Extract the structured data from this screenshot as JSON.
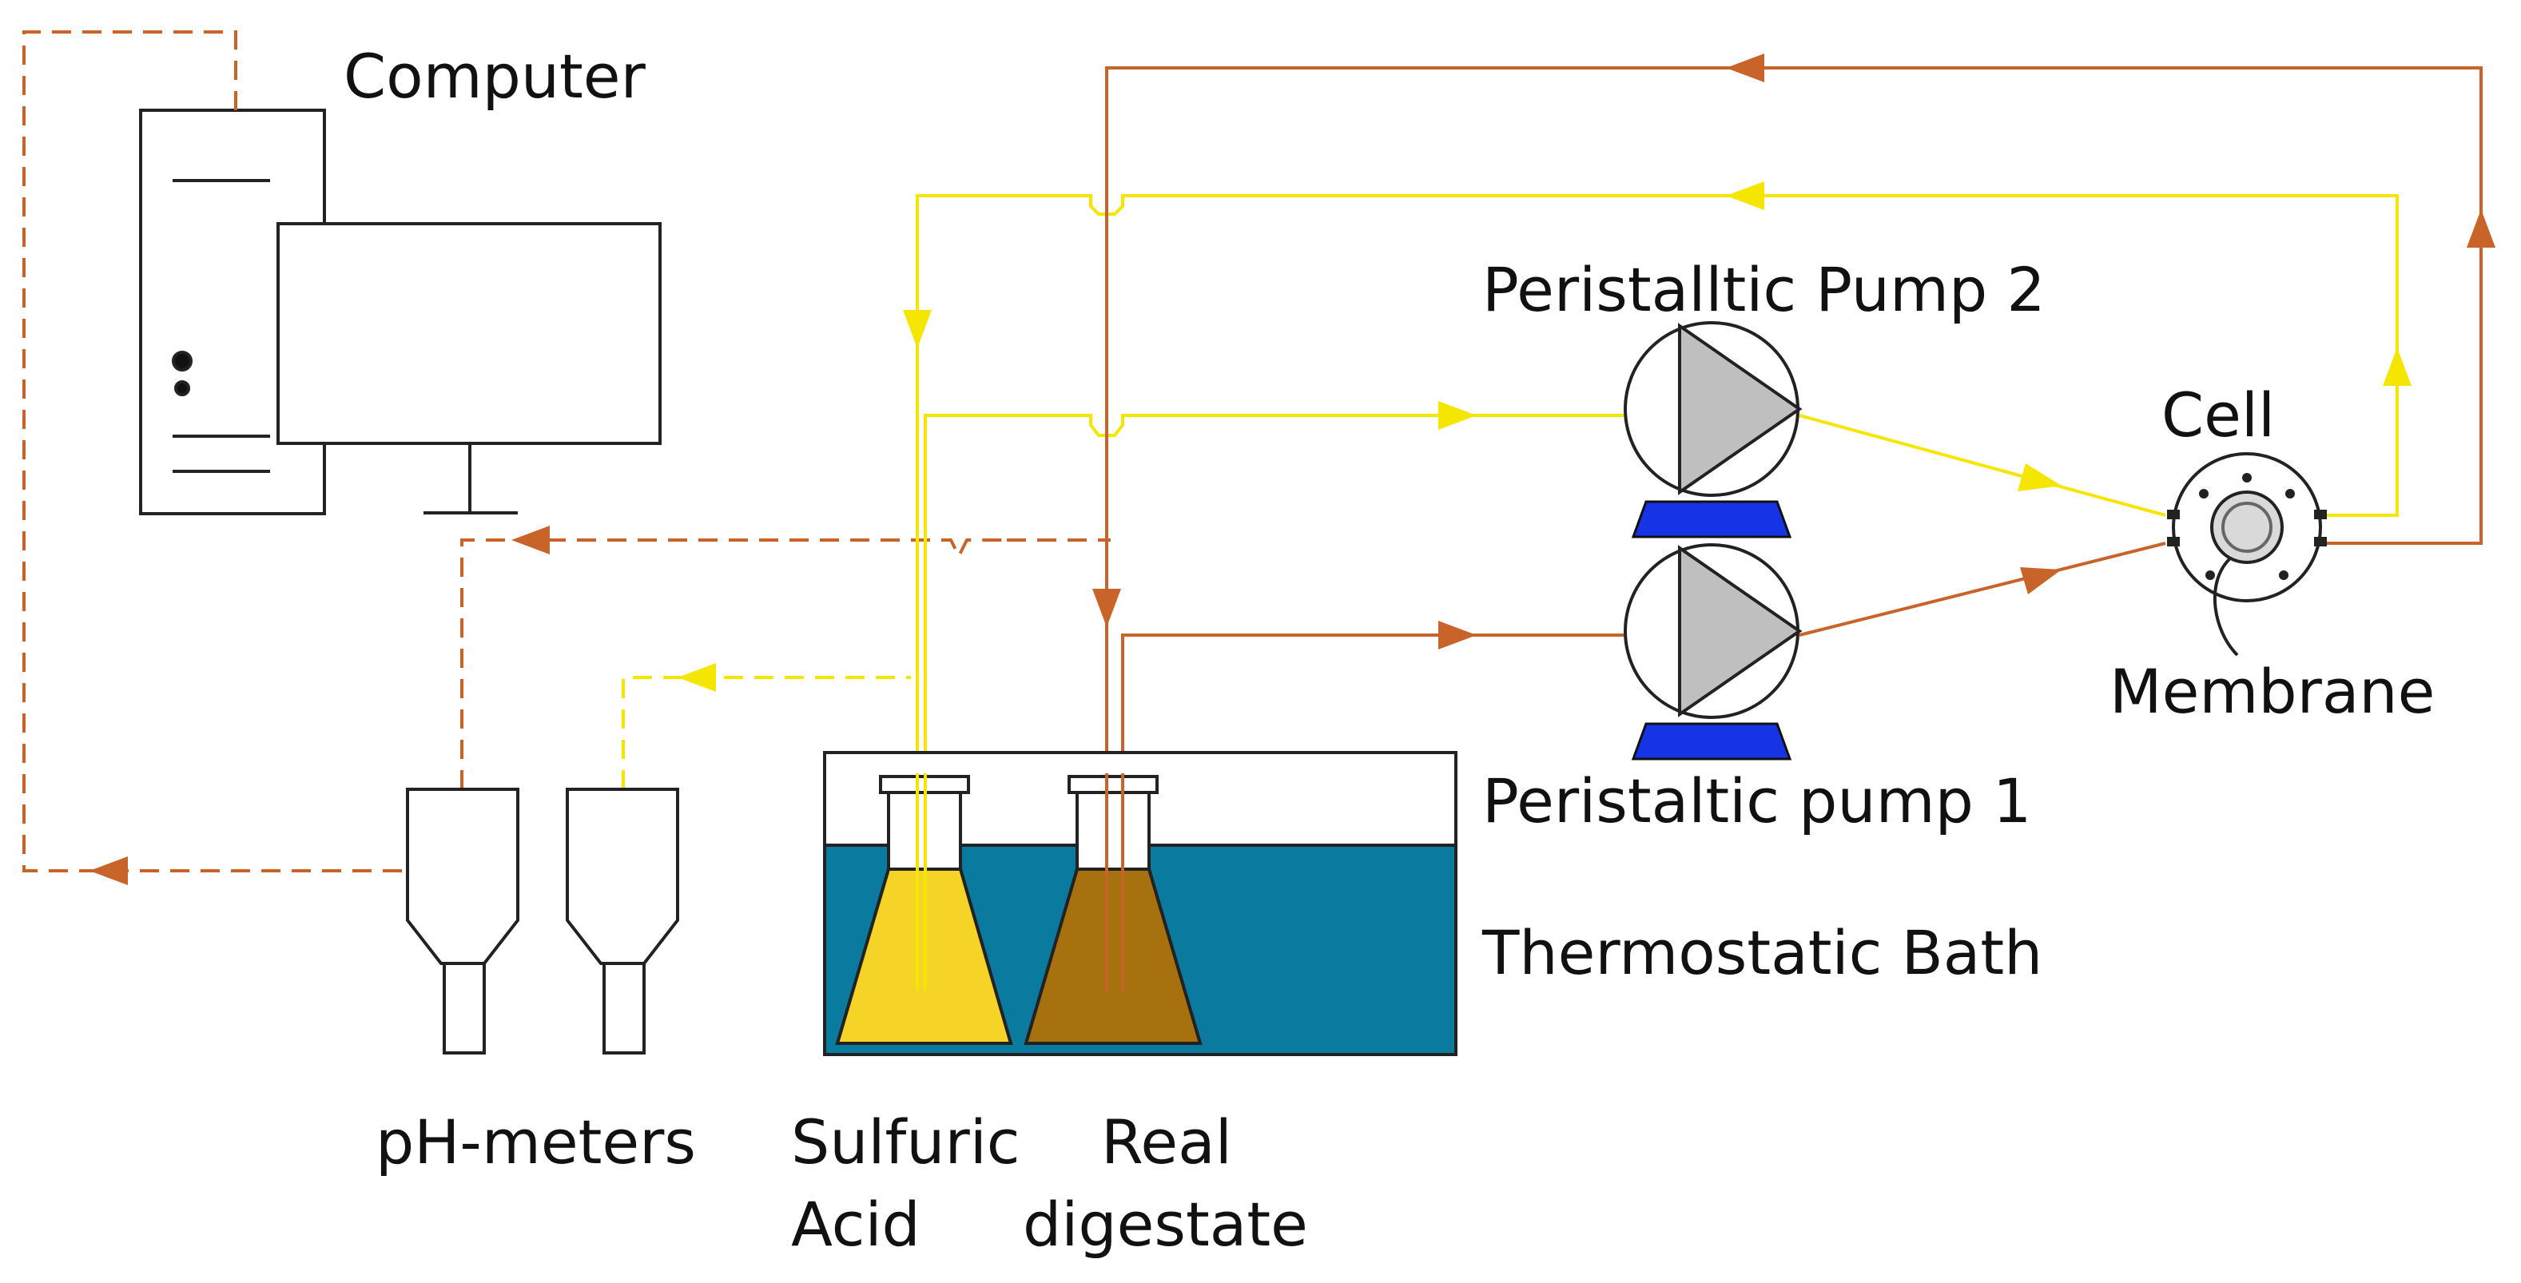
{
  "labels": {
    "computer": "Computer",
    "pump2": "Peristalltic Pump 2",
    "pump1": "Peristaltic pump 1",
    "cell": "Cell",
    "membrane": "Membrane",
    "bath": "Thermostatic Bath",
    "ph_meters": "pH-meters",
    "acid_line1": "Sulfuric",
    "acid_line2": "Acid",
    "digestate_line1": "Real",
    "digestate_line2": "digestate"
  },
  "colors": {
    "acid_stream": "#f4e600",
    "digestate_stream": "#c8642a",
    "bath_water": "#0a7a9e",
    "acid_liquid": "#f5d327",
    "digestate_liquid": "#a8710f",
    "pump_stand": "#1733e6",
    "pump_triangle": "#bfbfbf"
  }
}
